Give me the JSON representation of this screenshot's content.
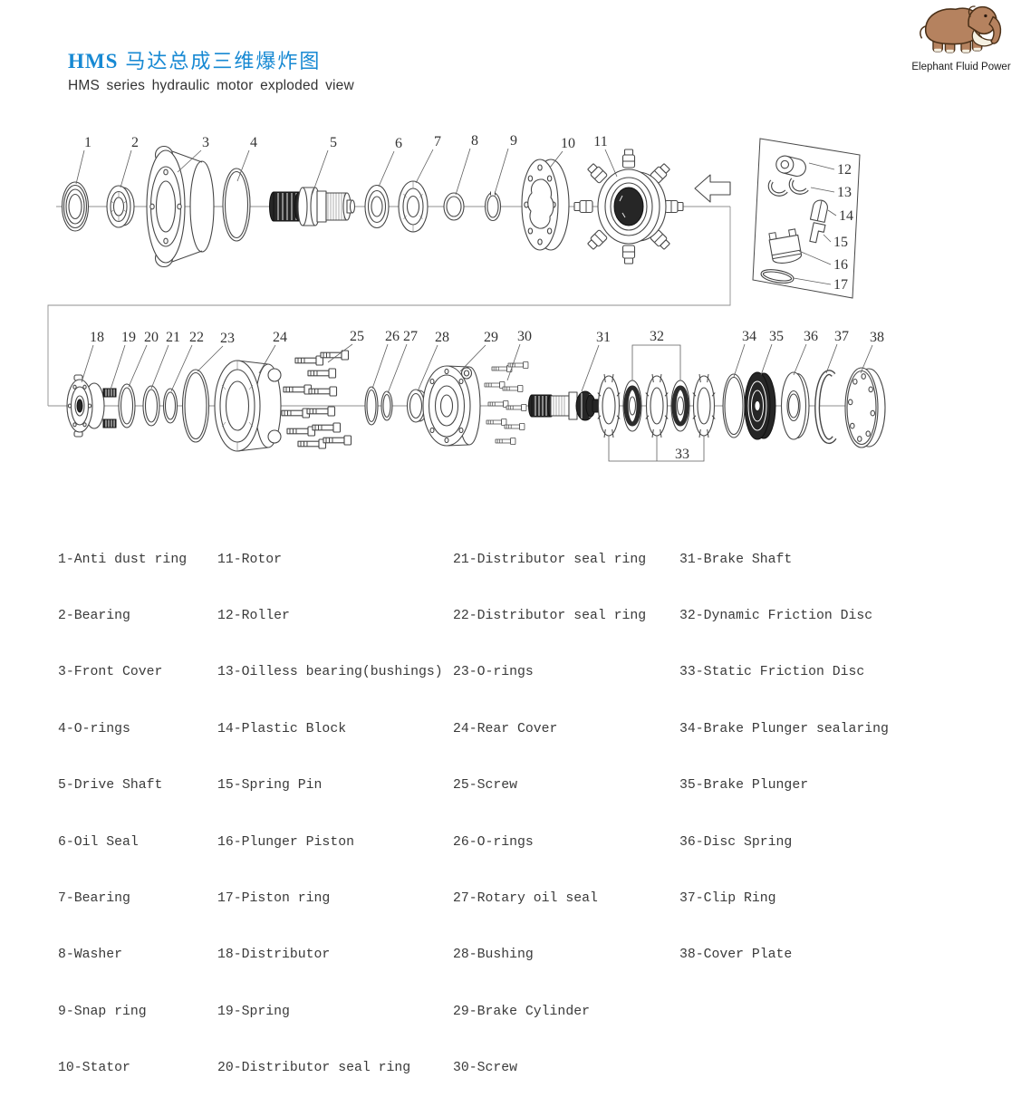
{
  "header": {
    "brand": "HMS",
    "title_zh": "马达总成三维爆炸图",
    "subtitle": "HMS series hydraulic motor exploded view",
    "accent_color": "#1789d3"
  },
  "logo": {
    "caption": "Elephant Fluid Power"
  },
  "callouts": [
    "1",
    "2",
    "3",
    "4",
    "5",
    "6",
    "7",
    "8",
    "9",
    "10",
    "11",
    "12",
    "13",
    "14",
    "15",
    "16",
    "17",
    "18",
    "19",
    "20",
    "21",
    "22",
    "23",
    "24",
    "25",
    "26",
    "27",
    "28",
    "29",
    "30",
    "31",
    "32",
    "33",
    "34",
    "35",
    "36",
    "37",
    "38"
  ],
  "parts_list": {
    "col1": [
      "1-Anti dust ring",
      "2-Bearing",
      "3-Front Cover",
      "4-O-rings",
      "5-Drive Shaft",
      "6-Oil Seal",
      "7-Bearing",
      "8-Washer",
      "9-Snap ring",
      "10-Stator"
    ],
    "col2": [
      "11-Rotor",
      "12-Roller",
      "13-Oilless bearing(bushings)",
      "14-Plastic Block",
      "15-Spring Pin",
      "16-Plunger Piston",
      "17-Piston ring",
      "18-Distributor",
      "19-Spring",
      "20-Distributor seal ring"
    ],
    "col3": [
      "21-Distributor seal ring",
      "22-Distributor seal ring",
      "23-O-rings",
      "24-Rear Cover",
      "25-Screw",
      "26-O-rings",
      "27-Rotary oil seal",
      "28-Bushing",
      "29-Brake Cylinder",
      "30-Screw"
    ],
    "col4": [
      "31-Brake Shaft",
      "32-Dynamic Friction Disc",
      "33-Static Friction Disc",
      "34-Brake Plunger sealaring",
      "35-Brake Plunger",
      "36-Disc Spring",
      "37-Clip Ring",
      "38-Cover Plate"
    ]
  }
}
